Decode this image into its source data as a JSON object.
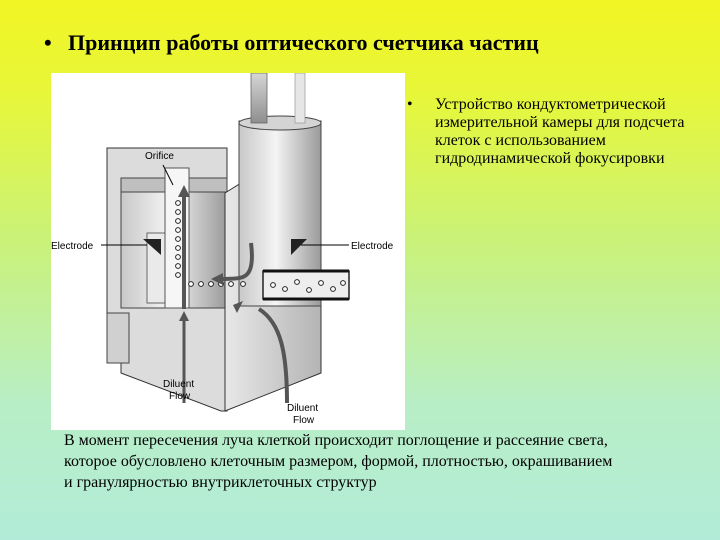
{
  "slide": {
    "title": "Принцип работы оптического счетчика частиц",
    "title_bullet": "•",
    "side_bullet": "•",
    "side_text": "Устройство кондуктометрической измерительной камеры для подсчета клеток с использованием гидродинамической фокусировки",
    "caption": "В момент пересечения луча клеткой происходит поглощение и рассеяние света, которое обусловлено клеточным размером, формой, плотностью, окрашиванием и гранулярностью внутриклеточных структур"
  },
  "figure": {
    "labels": {
      "orifice": "Orifice",
      "electrode_left": "Electrode",
      "electrode_right": "Electrode",
      "diluent_left_1": "Diluent",
      "diluent_left_2": "Flow",
      "diluent_right_1": "Diluent",
      "diluent_right_2": "Flow"
    }
  },
  "colors": {
    "background_top": "#f2f524",
    "background_bottom": "#b2ecd8"
  }
}
